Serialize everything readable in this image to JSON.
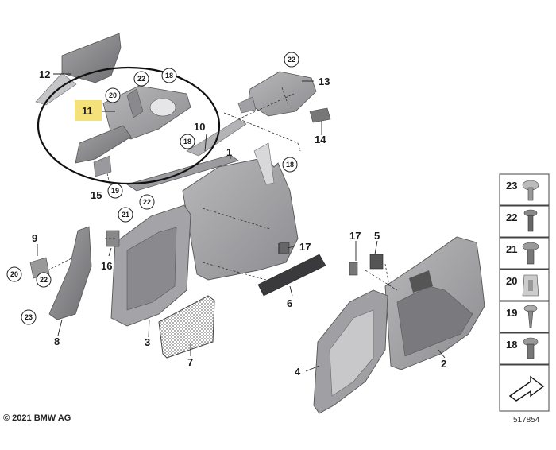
{
  "callouts": {
    "c1": "1",
    "c2": "2",
    "c3": "3",
    "c4": "4",
    "c5": "5",
    "c6": "6",
    "c7": "7",
    "c8": "8",
    "c9": "9",
    "c10": "10",
    "c11": "11",
    "c12": "12",
    "c13": "13",
    "c14": "14",
    "c15": "15",
    "c16": "16",
    "c17a": "17",
    "c17b": "17"
  },
  "circled": {
    "r22a": "22",
    "r18a": "18",
    "r20a": "20",
    "r22b": "22",
    "r18b": "18",
    "r18c": "18",
    "r19": "19",
    "r22c": "22",
    "r21": "21",
    "r20b": "20",
    "r22d": "22",
    "r23": "23"
  },
  "legend": [
    {
      "number": "23",
      "icon": "clip-nut-icon"
    },
    {
      "number": "22",
      "icon": "expanding-rivet-icon"
    },
    {
      "number": "21",
      "icon": "expanding-rivet-large-icon"
    },
    {
      "number": "20",
      "icon": "spring-nut-icon"
    },
    {
      "number": "19",
      "icon": "screw-icon"
    },
    {
      "number": "18",
      "icon": "push-rivet-icon"
    }
  ],
  "highlight_color": "#f5e17a",
  "copyright": "© 2021 BMW AG",
  "image_id": "517854"
}
